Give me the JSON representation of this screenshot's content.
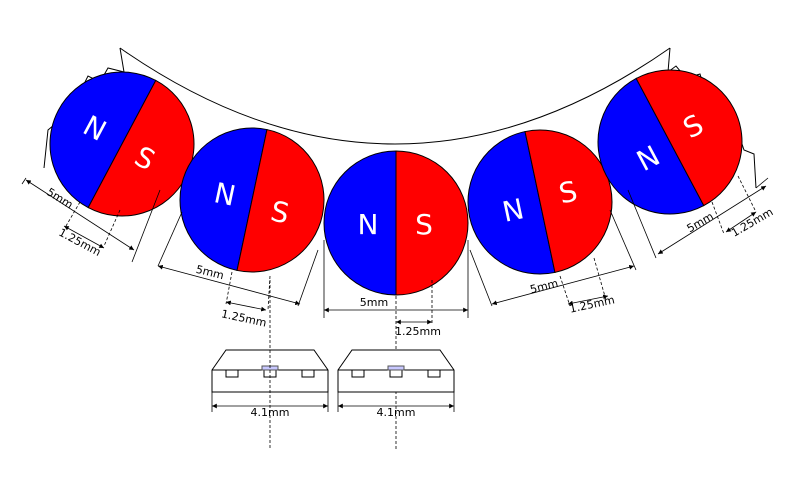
{
  "labels": {
    "north": "N",
    "south": "S",
    "magnet_diameter": "5mm",
    "magnet_offset": "1.25mm",
    "sensor_width": "4.1mm"
  },
  "colors": {
    "north_pole": "#0000ff",
    "south_pole": "#ff0000",
    "outline": "#000000",
    "sensor_element": "#c8c8ff"
  }
}
